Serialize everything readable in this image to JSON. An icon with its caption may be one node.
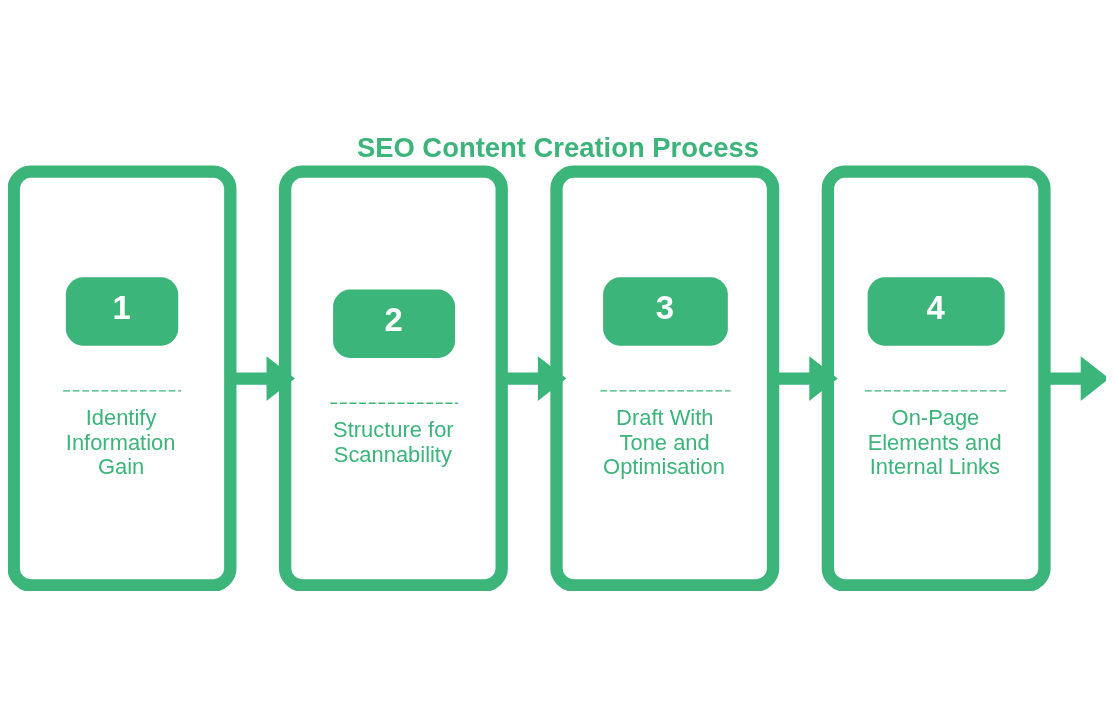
{
  "diagram": {
    "title": "SEO Content Creation Process",
    "nodes": [
      {
        "text": [
          "1",
          "Identify Information Gain"
        ]
      },
      {
        "text": [
          "2",
          "Structure for Scannability"
        ]
      },
      {
        "text": [
          "3",
          "Draft With Tone and Optimisation"
        ]
      },
      {
        "text": [
          "4",
          "On-Page Elements and Internal Links"
        ]
      }
    ],
    "edges": [
      {
        "from": 0,
        "to": 1,
        "arrow": "to"
      },
      {
        "from": 1,
        "to": 2,
        "arrow": "to"
      },
      {
        "from": 2,
        "to": 3,
        "arrow": "to"
      },
      {
        "from": 3,
        "to": null,
        "arrow": "to"
      }
    ]
  }
}
